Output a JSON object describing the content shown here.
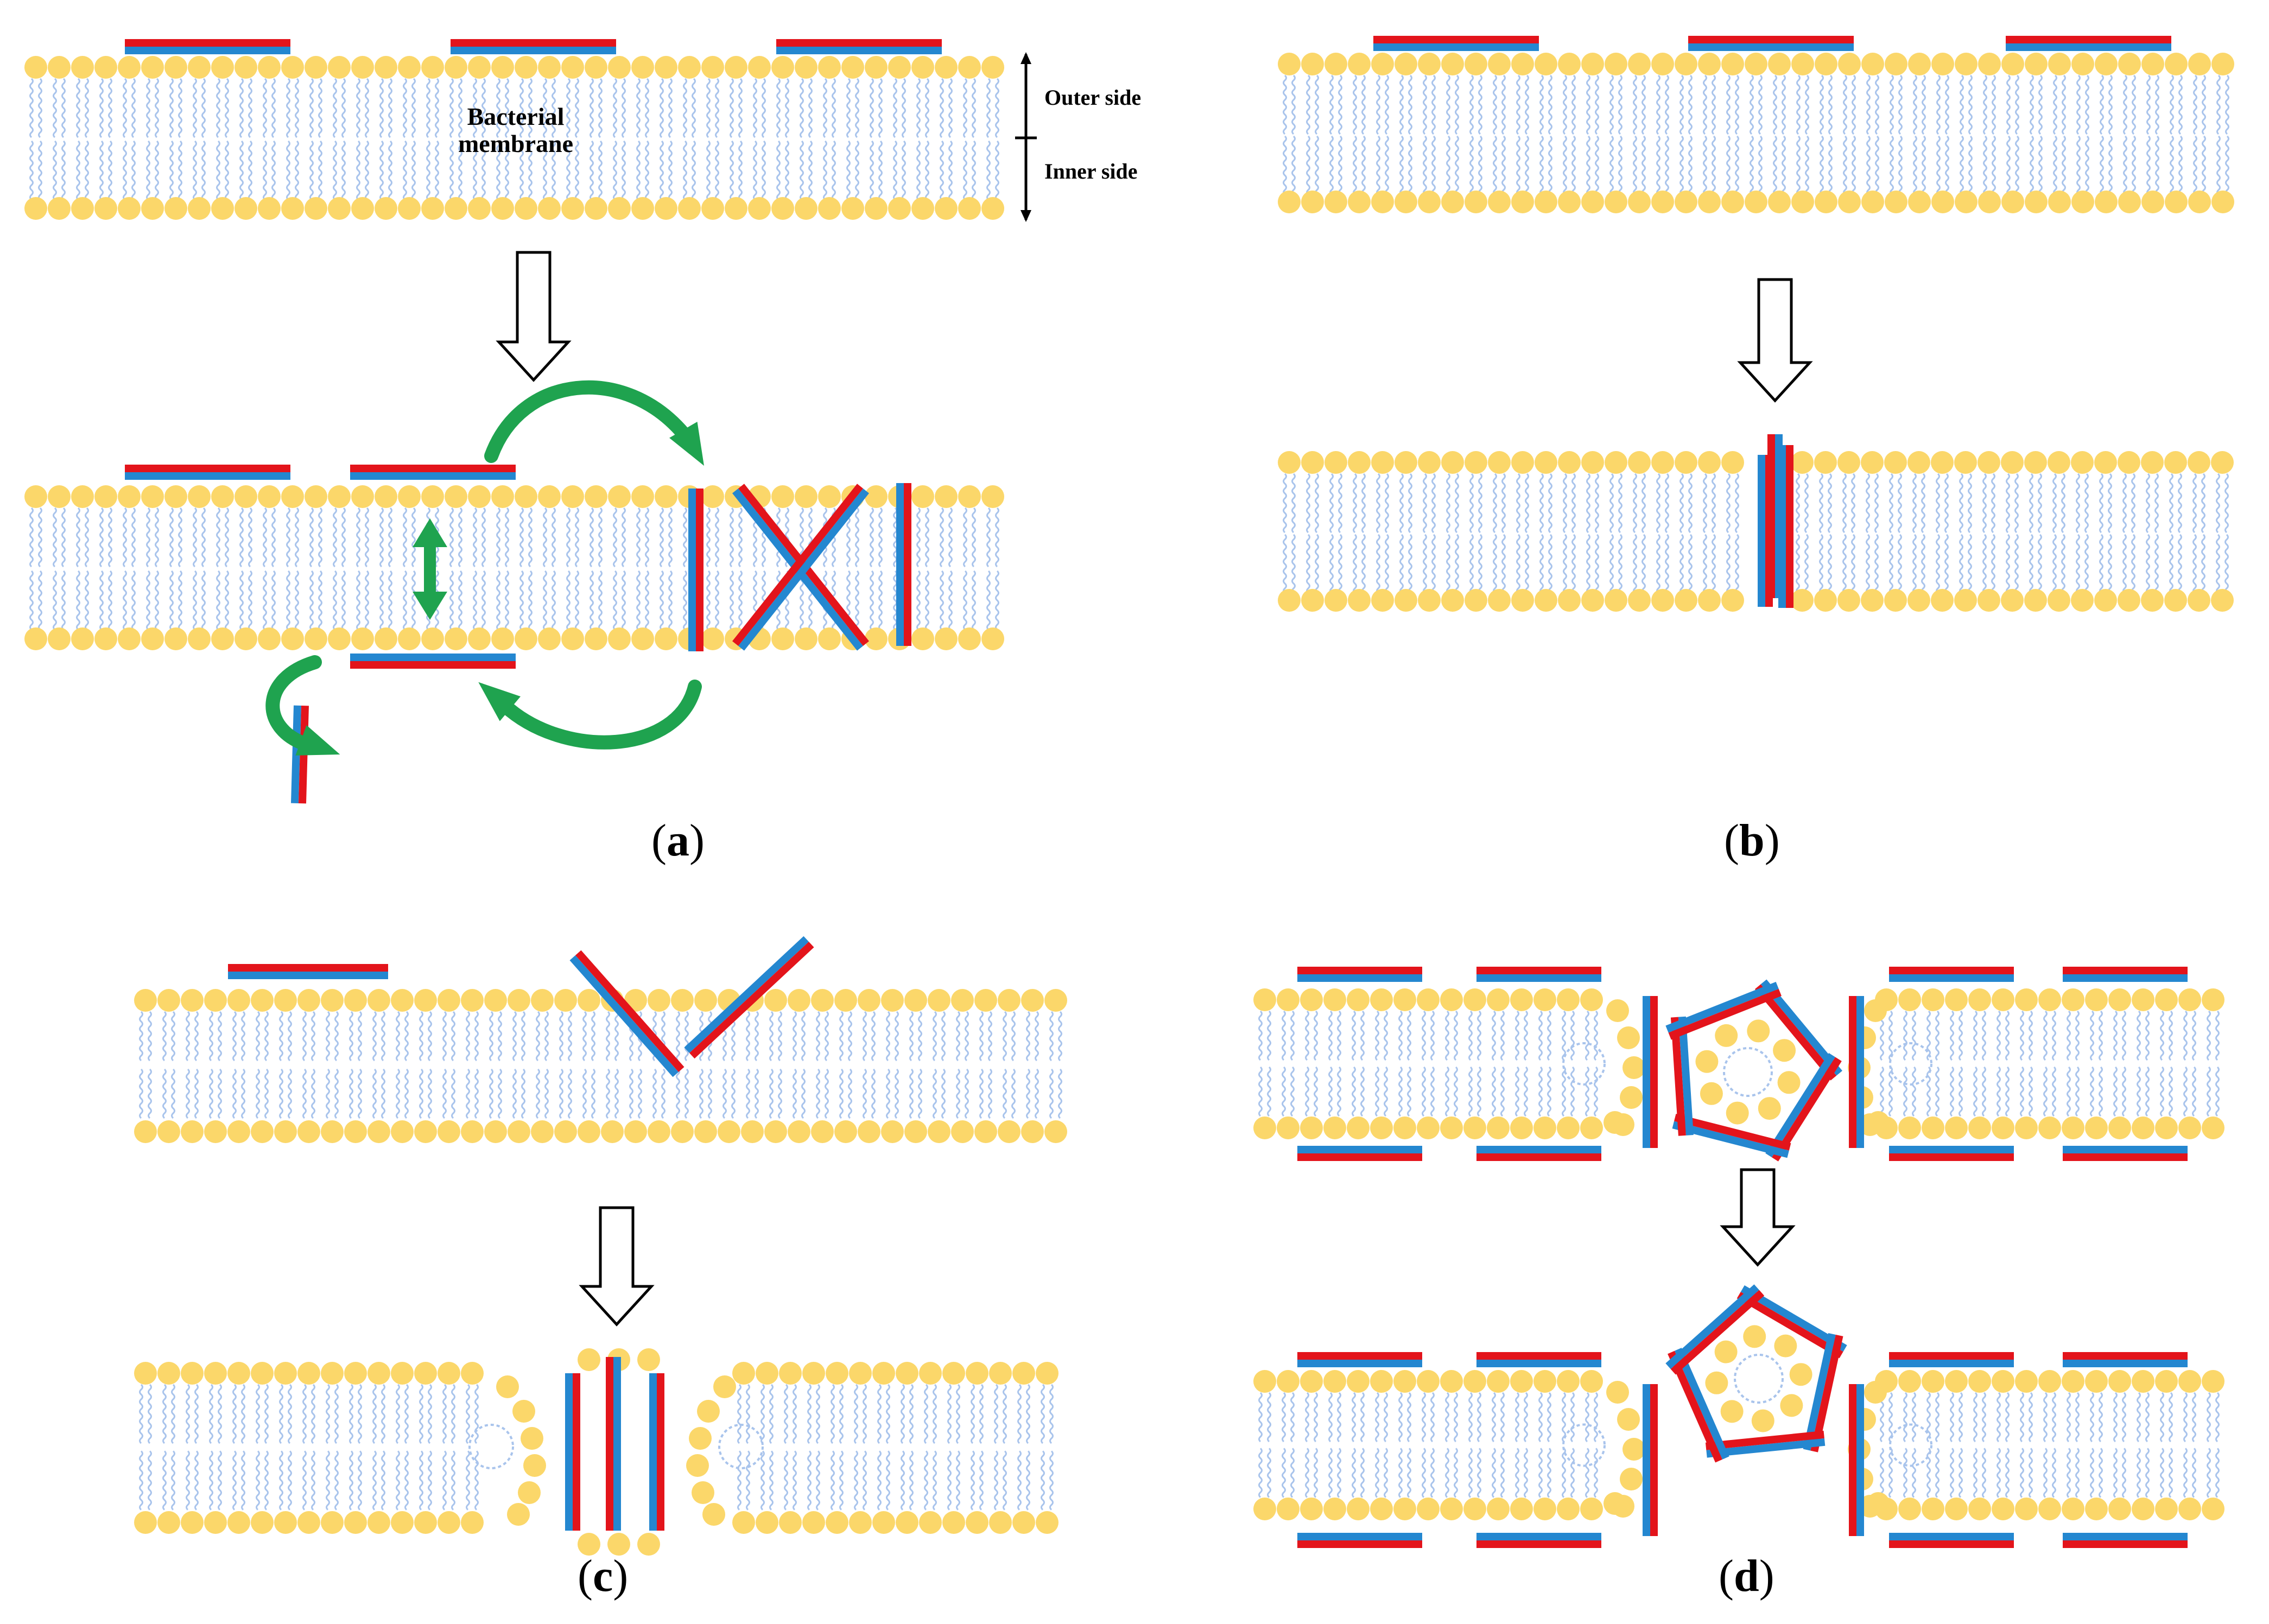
{
  "panels": [
    {
      "id": "a",
      "caption_open": "(",
      "caption_letter": "a",
      "caption_close": ")"
    },
    {
      "id": "b",
      "caption_open": "(",
      "caption_letter": "b",
      "caption_close": ")"
    },
    {
      "id": "c",
      "caption_open": "(",
      "caption_letter": "c",
      "caption_close": ")"
    },
    {
      "id": "d",
      "caption_open": "(",
      "caption_letter": "d",
      "caption_close": ")"
    }
  ],
  "labels": {
    "membrane_line1": "Bacterial",
    "membrane_line2": "membrane",
    "outer_side": "Outer side",
    "inner_side": "Inner side"
  },
  "colors": {
    "headgroup": "#FBD76A",
    "lipid_tail": "#A9C4EC",
    "peptide_red": "#E3141B",
    "peptide_blue": "#2487D0",
    "rotation_arrow": "#1FA34F",
    "process_arrow_stroke": "#000000",
    "background": "#FFFFFF"
  }
}
